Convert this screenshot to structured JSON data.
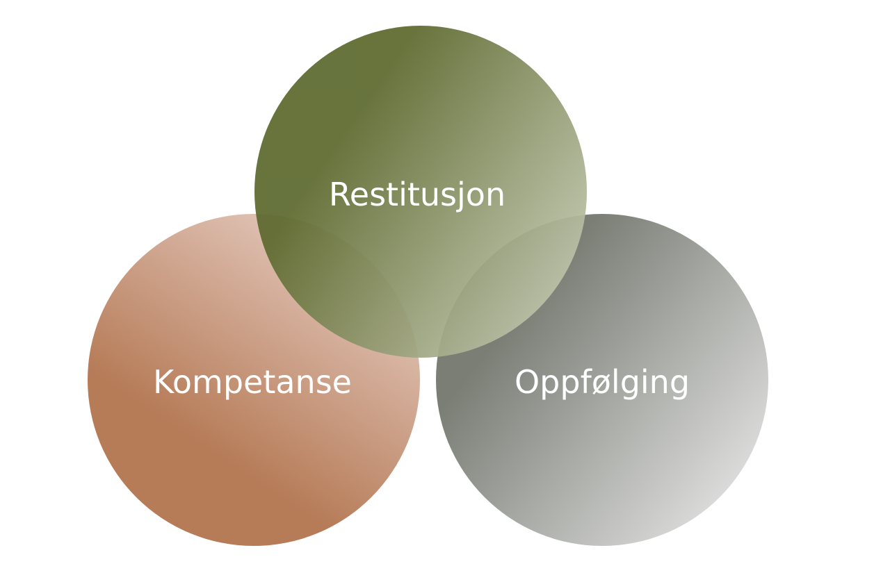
{
  "diagram": {
    "circles": [
      {
        "id": "kompetanse",
        "label": "Kompetanse",
        "gradient_start": "#b67b57",
        "gradient_end": "#e6cdc3"
      },
      {
        "id": "oppfolging",
        "label": "Oppfølging",
        "gradient_start": "#7a7e75",
        "gradient_end": "#dedede"
      },
      {
        "id": "restitusjon",
        "label": "Restitusjon",
        "gradient_start": "#5d692e",
        "gradient_end": "#c4c9b2"
      }
    ]
  }
}
